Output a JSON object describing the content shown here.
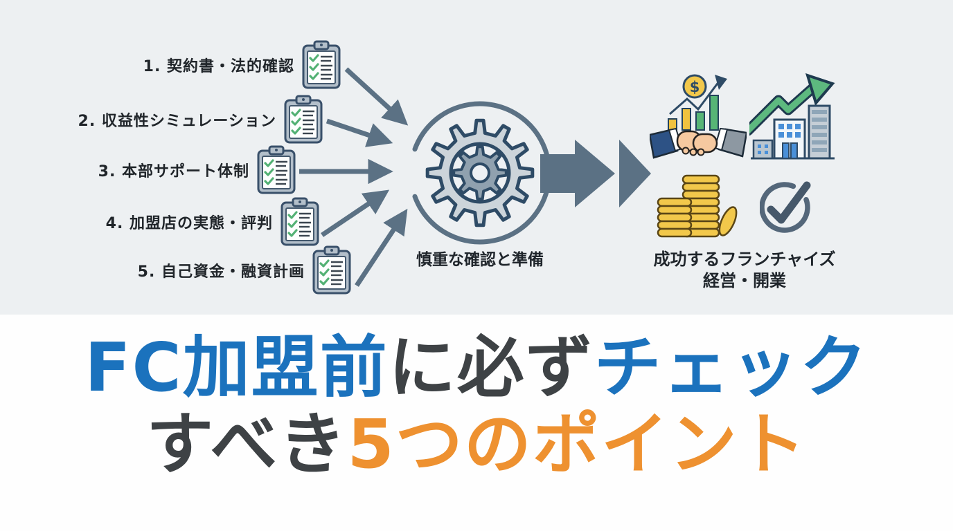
{
  "diagram": {
    "checklist_items": [
      {
        "label": "1. 契約書・法的確認",
        "icon": "clipboard-checklist-icon"
      },
      {
        "label": "2. 収益性シミュレーション",
        "icon": "clipboard-checklist-icon"
      },
      {
        "label": "3. 本部サポート体制",
        "icon": "clipboard-checklist-icon"
      },
      {
        "label": "4. 加盟店の実態・評判",
        "icon": "clipboard-checklist-icon"
      },
      {
        "label": "5. 自己資金・融資計画",
        "icon": "clipboard-checklist-icon"
      }
    ],
    "process": {
      "caption": "慎重な確認と準備",
      "icon": "gears-icon"
    },
    "result": {
      "caption_line1": "成功するフランチャイズ",
      "caption_line2": "経営・開業",
      "coin_dollar_symbol": "$",
      "icons": [
        "handshake-growth-icon",
        "buildings-growth-icon",
        "coin-stacks-icon",
        "checkmark-circle-icon"
      ]
    }
  },
  "title": {
    "line1": [
      {
        "text": "FC加盟前",
        "color": "#1b72bd"
      },
      {
        "text": "に必ず",
        "color": "#3e4245"
      },
      {
        "text": "チェック",
        "color": "#1b72bd"
      }
    ],
    "line2": [
      {
        "text": "すべき",
        "color": "#3e4245"
      },
      {
        "text": "5つのポイント",
        "color": "#ee9130"
      }
    ]
  },
  "colors": {
    "top_background": "#edf0f2",
    "bottom_background": "#fefefe",
    "accent_blue": "#1b72bd",
    "accent_orange": "#ee9130",
    "text_dark": "#3e4245",
    "arrow_slate": "#5b7184",
    "gear_outline": "#2e4b66",
    "check_green": "#53b174",
    "growth_green": "#5db97f",
    "coin_gold": "#f2c84b",
    "window_blue": "#4a90d8"
  }
}
